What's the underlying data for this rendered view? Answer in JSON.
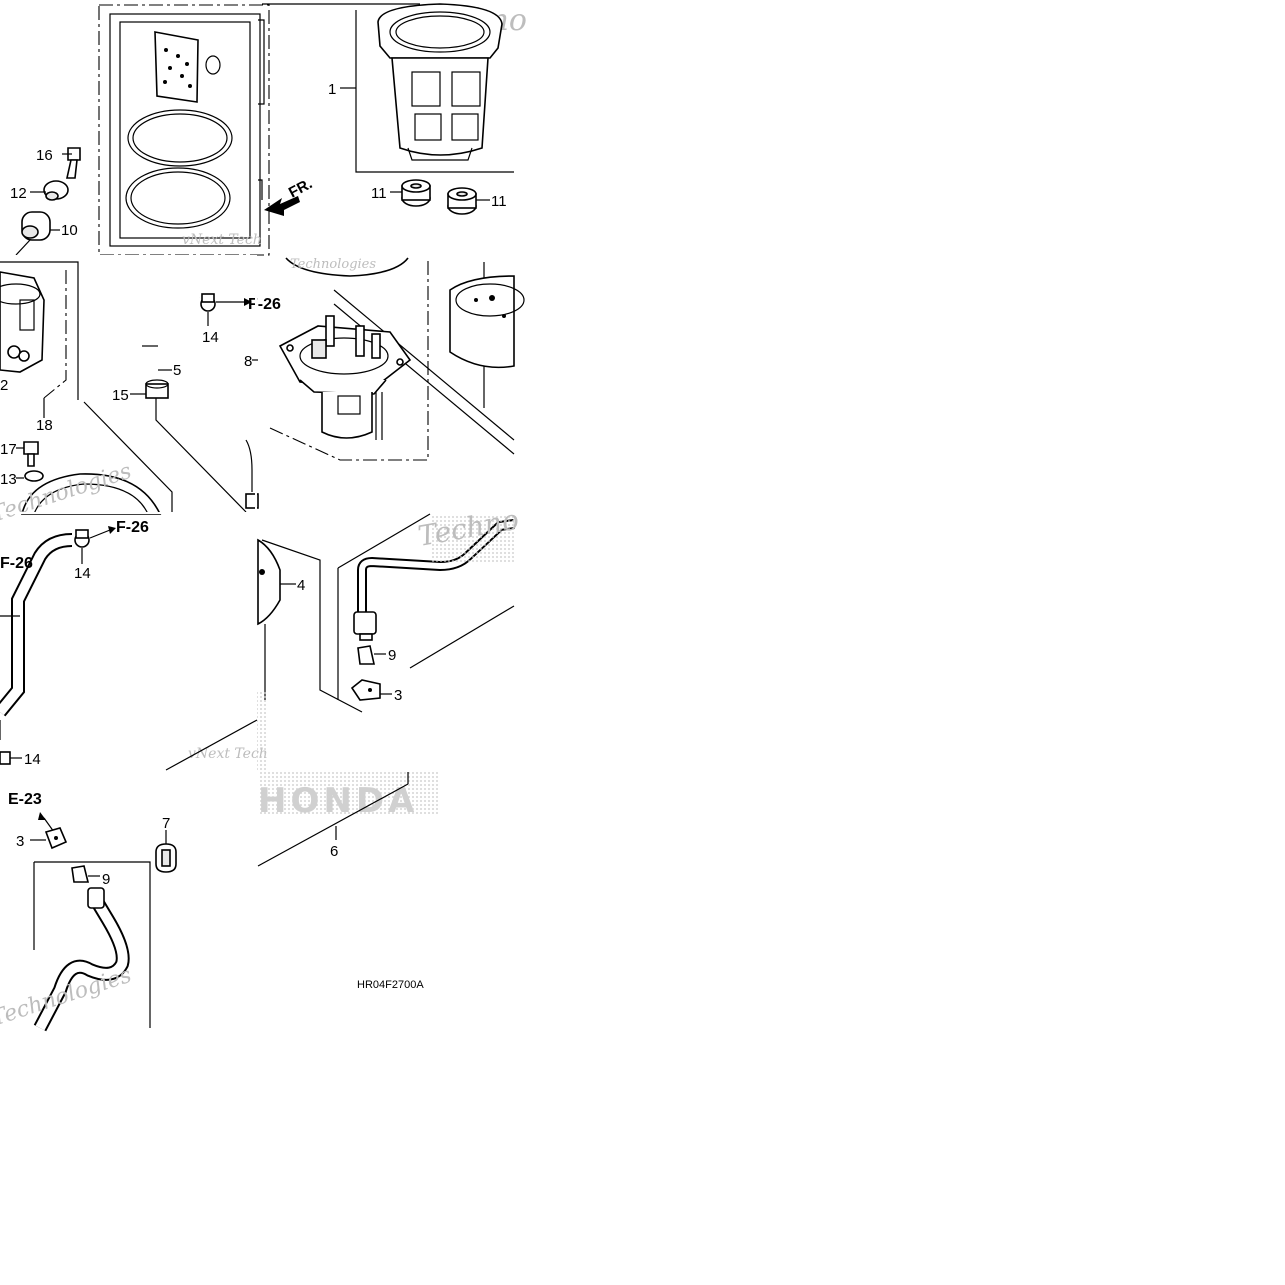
{
  "diagram": {
    "code": "HR04F2700A",
    "direction_label": "FR.",
    "refs": {
      "r1": "F-26",
      "r2": "F-26",
      "r3": "F-26",
      "r4": "E-23"
    },
    "watermark": {
      "w1": "Techno",
      "w2": "vNext Tech",
      "w3": "Technologies",
      "w4": "vNext Tech",
      "w5": "Techno",
      "w6": "Technologies",
      "w7": "Technologies",
      "brand": "HONDA"
    },
    "callouts": {
      "c1": "1",
      "c2": "2",
      "c3a": "3",
      "c3b": "3",
      "c4": "4",
      "c5": "5",
      "c6": "6",
      "c7": "7",
      "c8": "8",
      "c9a": "9",
      "c9b": "9",
      "c10": "10",
      "c11a": "11",
      "c11b": "11",
      "c12": "12",
      "c13": "13",
      "c14a": "14",
      "c14b": "14",
      "c14c": "14",
      "c15": "15",
      "c16": "16",
      "c17": "17",
      "c18": "18"
    }
  },
  "colors": {
    "ink": "#000000",
    "watermark": "#bdbdbd",
    "stipple": "#c8c8c8"
  }
}
